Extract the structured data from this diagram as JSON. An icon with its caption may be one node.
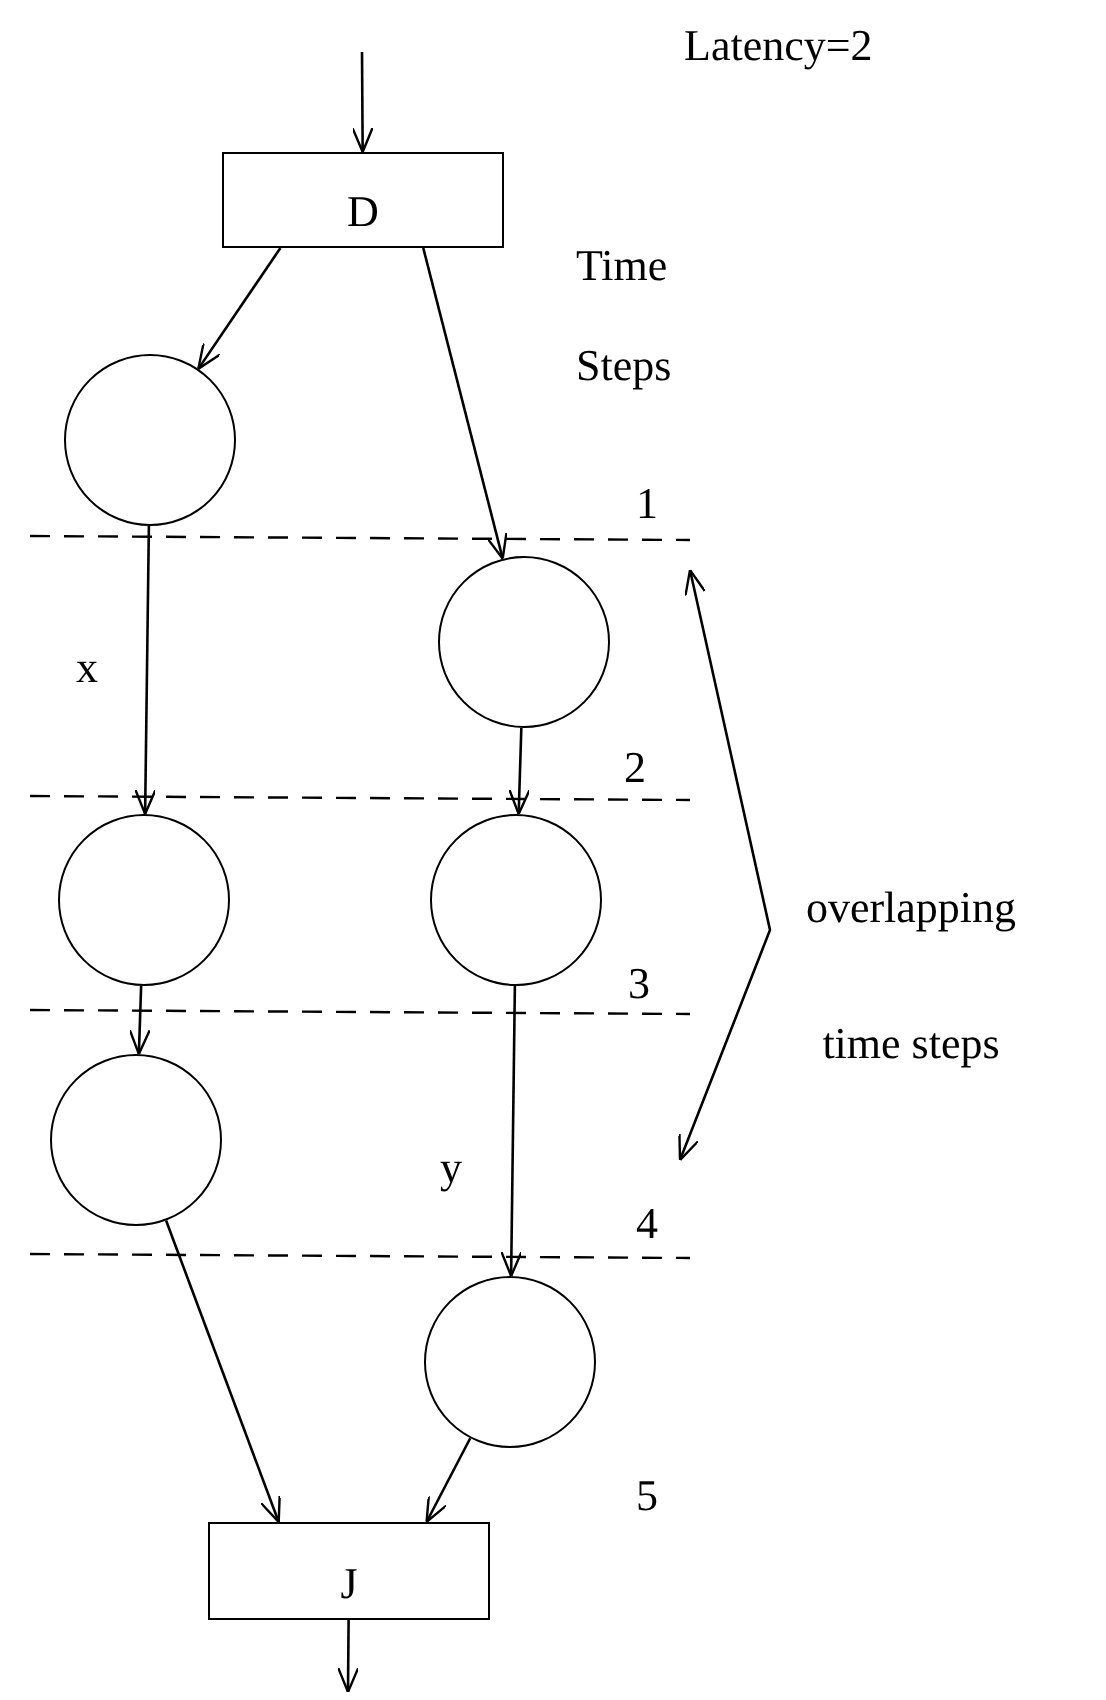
{
  "diagram": {
    "nodes": [
      {
        "text": [
          "D"
        ]
      },
      {
        "text": [],
        "shape": "circle"
      },
      {
        "text": [],
        "shape": "circle"
      },
      {
        "text": [],
        "shape": "circle"
      },
      {
        "text": [],
        "shape": "circle"
      },
      {
        "text": [],
        "shape": "circle"
      },
      {
        "text": [],
        "shape": "circle"
      },
      {
        "text": [
          "J"
        ]
      }
    ],
    "edges": [
      {
        "from": null,
        "to": 0,
        "arrow": "to"
      },
      {
        "from": 0,
        "to": 1,
        "arrow": "to"
      },
      {
        "from": 0,
        "to": 2,
        "arrow": "to"
      },
      {
        "from": 1,
        "to": 3,
        "arrow": "to",
        "label": "x"
      },
      {
        "from": 2,
        "to": 4,
        "arrow": "to"
      },
      {
        "from": 3,
        "to": 5,
        "arrow": "to"
      },
      {
        "from": 4,
        "to": 6,
        "arrow": "to",
        "label": "y"
      },
      {
        "from": 5,
        "to": 7,
        "arrow": "to"
      },
      {
        "from": 6,
        "to": 7,
        "arrow": "to"
      },
      {
        "from": 7,
        "to": null,
        "arrow": "to"
      }
    ],
    "labels": [
      "Latency=2",
      "Time Steps",
      "1",
      "2",
      "overlapping time steps",
      "3",
      "4",
      "5"
    ]
  }
}
